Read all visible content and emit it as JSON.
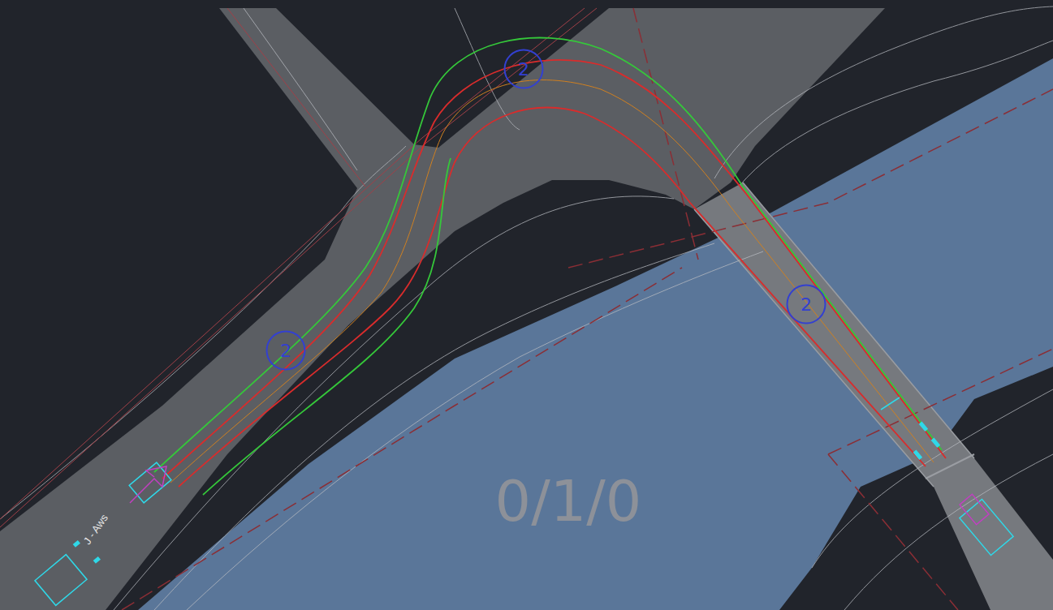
{
  "diagram": {
    "nodes": [
      {
        "text": [
          "2"
        ]
      },
      {
        "text": [
          "2"
        ]
      },
      {
        "text": [
          "2"
        ]
      }
    ],
    "labels": [
      "0/1/0",
      "J - Aws"
    ]
  }
}
